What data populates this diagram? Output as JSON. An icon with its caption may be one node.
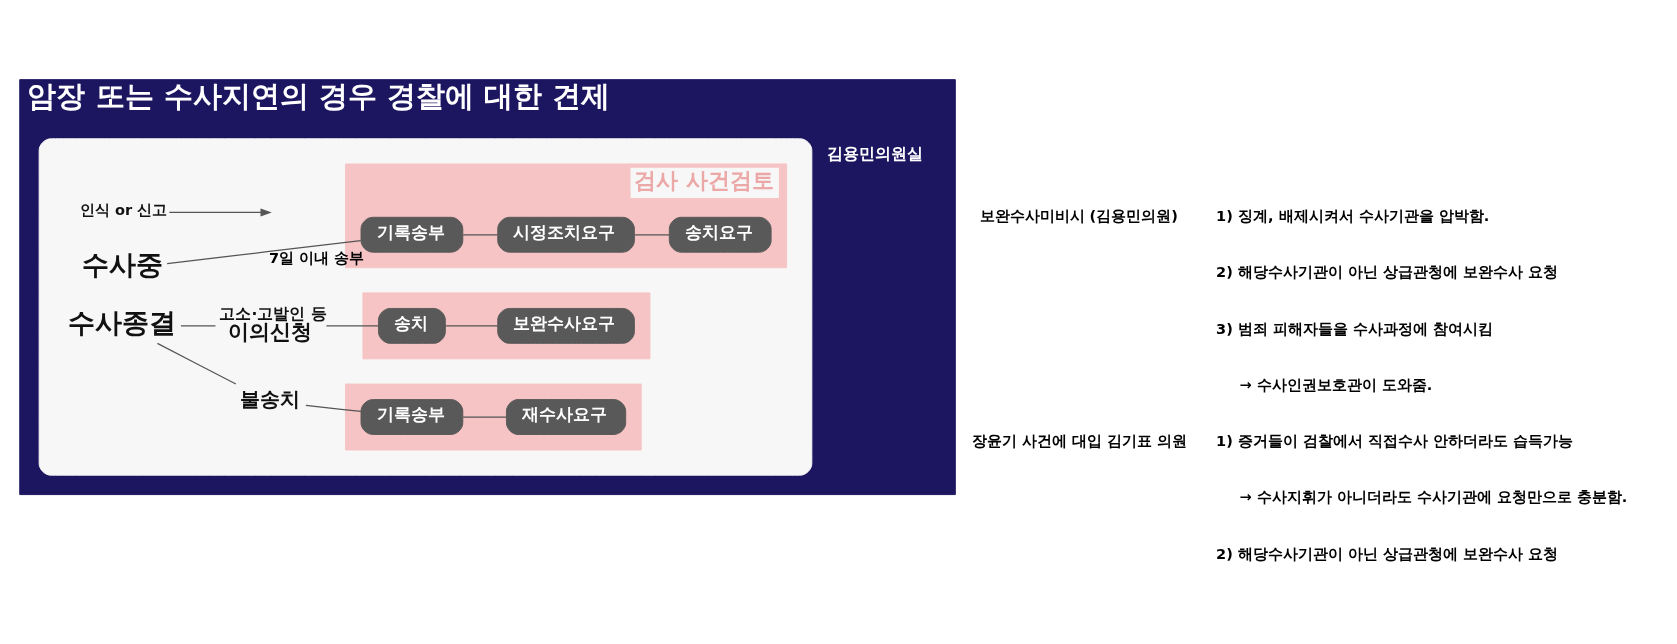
{
  "diagram": {
    "nodes": [
      {
        "text": [
          "암장 또는 수사지연의 경우 경찰에 대한 견제"
        ]
      },
      {
        "text": [],
        "shape": "box",
        "in": 0
      },
      {
        "text": [
          "수사중"
        ],
        "in": 1
      },
      {
        "text": [
          "인식 or 신고"
        ],
        "in": 1
      },
      {
        "text": [
          "검사 사건검토"
        ],
        "in": 1
      },
      {
        "text": [
          "기록송부"
        ],
        "in": 4,
        "beside": [
          "7일 이내 송부"
        ]
      },
      {
        "text": [
          "시정조치요구"
        ],
        "in": 4
      },
      {
        "text": [
          "송치요구"
        ],
        "in": 4
      },
      {
        "text": [
          "수사종결"
        ],
        "in": 1
      },
      {
        "text": [
          "고소·고발인 등",
          "이의신청"
        ],
        "in": 1
      },
      {
        "text": [],
        "shape": "box",
        "in": 1
      },
      {
        "text": [
          "송치"
        ],
        "in": 10
      },
      {
        "text": [
          "보완수사요구"
        ],
        "in": 10
      },
      {
        "text": [
          "불송치"
        ],
        "in": 1
      },
      {
        "text": [],
        "shape": "box",
        "in": 1
      },
      {
        "text": [
          "기록송부"
        ],
        "in": 14
      },
      {
        "text": [
          "재수사요구"
        ],
        "in": 14
      }
    ],
    "edges": [
      {
        "from": 2,
        "to": 5,
        "arrow": "none"
      },
      {
        "from": 3,
        "to": null,
        "arrow": "to"
      },
      {
        "from": 5,
        "to": 6,
        "arrow": "none"
      },
      {
        "from": 6,
        "to": 7,
        "arrow": "none"
      },
      {
        "from": 8,
        "to": 9,
        "arrow": "none"
      },
      {
        "from": 8,
        "to": 13,
        "arrow": "none"
      },
      {
        "from": 9,
        "to": 11,
        "arrow": "none"
      },
      {
        "from": 11,
        "to": 12,
        "arrow": "none"
      },
      {
        "from": 13,
        "to": 15,
        "arrow": "none"
      },
      {
        "from": 15,
        "to": 16,
        "arrow": "none"
      }
    ],
    "labels": [
      "김용민의원실",
      "보완수사미비시 (김용민의원)",
      "1) 징계, 배제시켜서 수사기관을 압박함.",
      "2) 해당수사기관이 아닌 상급관청에 보완수사 요청",
      "3) 범죄 피해자들을 수사과정에 참여시킴",
      "→ 수사인권보호관이 도와줌.",
      "장윤기 사건에 대입 김기표 의원",
      "1) 증거들이 검찰에서 직접수사 안하더라도 습득가능",
      "→ 수사지휘가 아니더라도 수사기관에 요청만으로 충분함.",
      "2) 해당수사기관이 아닌 상급관청에 보완수사 요청"
    ]
  }
}
